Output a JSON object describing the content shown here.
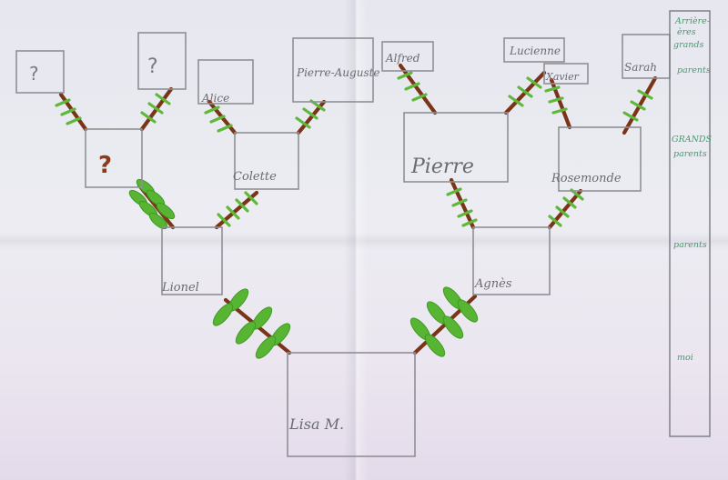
{
  "tree": {
    "moi": "Lisa M.",
    "parents": {
      "father": "Lionel",
      "mother": "Agnès"
    },
    "grandparents": {
      "paternal_grandfather": "?",
      "paternal_grandmother": "Colette",
      "maternal_grandfather": "Pierre",
      "maternal_grandmother": "Rosemonde"
    },
    "great_grandparents": {
      "ggp_1": "?",
      "ggp_2": "?",
      "ggp_3": "Alice",
      "ggp_4": "Pierre-Auguste",
      "ggp_5": "Alfred",
      "ggp_6": "Lucienne",
      "ggp_7": "Xavier",
      "ggp_8": "Sarah"
    }
  },
  "generations": {
    "great_grandparents_label": [
      "Arrière-",
      "ères",
      "grands",
      "parents"
    ],
    "grandparents_label": [
      "GRANDS",
      "parents"
    ],
    "parents_label": "parents",
    "moi_label": "moi"
  },
  "colors": {
    "branch": "#7a3518",
    "leaf": "#58b433",
    "box_outline": "#8f8f95",
    "pencil_text": "#6a6a72",
    "side_text": "#3aa26a"
  }
}
